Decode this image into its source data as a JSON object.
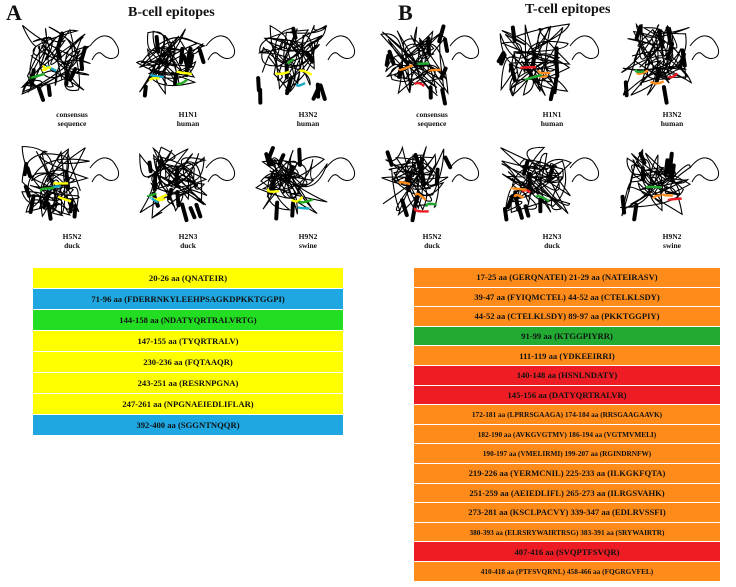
{
  "panel_a": {
    "letter": "A",
    "title": "B-cell epitopes",
    "captions": [
      [
        "consensus",
        "sequence"
      ],
      [
        "H1N1",
        "human"
      ],
      [
        "H3N2",
        "human"
      ],
      [
        "H5N2",
        "duck"
      ],
      [
        "H2N3",
        "duck"
      ],
      [
        "H9N2",
        "swine"
      ]
    ],
    "epitopes": [
      {
        "text": "20-26 aa (QNATEIR)",
        "color": "#ffff00"
      },
      {
        "text": "71-96 aa (FDERRNKYLEEHPSAGKDPKKTGGPI)",
        "color": "#1ea7e0"
      },
      {
        "text": "144-158 aa (NDATYQRTRALVRTG)",
        "color": "#22dd22"
      },
      {
        "text": "147-155 aa (TYQRTRALV)",
        "color": "#ffff00"
      },
      {
        "text": "230-236 aa (FQTAAQR)",
        "color": "#ffff00"
      },
      {
        "text": "243-251 aa (RESRNPGNA)",
        "color": "#ffff00"
      },
      {
        "text": "247-261 aa (NPGNAEIEDLIFLAR)",
        "color": "#ffff00"
      },
      {
        "text": "392-400 aa (SGGNTNQQR)",
        "color": "#1ea7e0"
      }
    ]
  },
  "panel_b": {
    "letter": "B",
    "title": "T-cell epitopes",
    "captions": [
      [
        "consensus",
        "sequence"
      ],
      [
        "H1N1",
        "human"
      ],
      [
        "H3N2",
        "human"
      ],
      [
        "H5N2",
        "duck"
      ],
      [
        "H2N3",
        "duck"
      ],
      [
        "H9N2",
        "swine"
      ]
    ],
    "epitopes": [
      {
        "text": "17-25 aa (GERQNATEI) 21-29 aa (NATEIRASV)",
        "color": "#ff8c1a",
        "small": false
      },
      {
        "text": "39-47 aa (FYIQMCTEL) 44-52 aa (CTELKLSDY)",
        "color": "#ff8c1a",
        "small": false
      },
      {
        "text": "44-52 aa (CTELKLSDY) 89-97 aa (PKKTGGPIY)",
        "color": "#ff8c1a",
        "small": false
      },
      {
        "text": "91-99 aa (KTGGPIYRR)",
        "color": "#22aa33",
        "small": false
      },
      {
        "text": "111-119 aa (YDKEEIRRI)",
        "color": "#ff8c1a",
        "small": false
      },
      {
        "text": "140-148 aa (HSNLNDATY)",
        "color": "#ee1c24",
        "small": false
      },
      {
        "text": "145-156 aa (DATYQRTRALVR)",
        "color": "#ee1c24",
        "small": false
      },
      {
        "text": "172-181 aa (LPRRSGAAGA) 174-184 aa (RRSGAAGAAVK)",
        "color": "#ff8c1a",
        "small": true
      },
      {
        "text": "182-190 aa (AVKGVGTMV) 186-194 aa (VGTMVMELI)",
        "color": "#ff8c1a",
        "small": true
      },
      {
        "text": "190-197 aa (VMELIRMI) 199-207 aa (RGINDRNFW)",
        "color": "#ff8c1a",
        "small": true
      },
      {
        "text": "219-226 aa (YERMCNIL) 225-233 aa (ILKGKFQTA)",
        "color": "#ff8c1a",
        "small": false
      },
      {
        "text": "251-259 aa (AEIEDLIFL) 265-273 aa (ILRGSVAHK)",
        "color": "#ff8c1a",
        "small": false
      },
      {
        "text": "273-281 aa (KSCLPACVY) 339-347 aa (EDLRVSSFI)",
        "color": "#ff8c1a",
        "small": false
      },
      {
        "text": "380-393 aa (ELRSRYWAIRTRSG) 383-391 aa (SRYWAIRTR)",
        "color": "#ff8c1a",
        "small": true
      },
      {
        "text": "407-416 aa (SVQPTFSVQR)",
        "color": "#ee1c24",
        "small": false
      },
      {
        "text": "410-418 aa (PTFSVQRNL) 458-466 aa (FQGRGVFEL)",
        "color": "#ff8c1a",
        "small": true
      }
    ]
  },
  "colors": {
    "ribbon": "#000000",
    "b_accent_yellow": "#ffff00",
    "b_accent_green": "#22aa22",
    "b_accent_cyan": "#18a8c8",
    "t_accent_orange": "#ff8c1a",
    "t_accent_red": "#ee1c24",
    "t_accent_green": "#22aa33"
  }
}
